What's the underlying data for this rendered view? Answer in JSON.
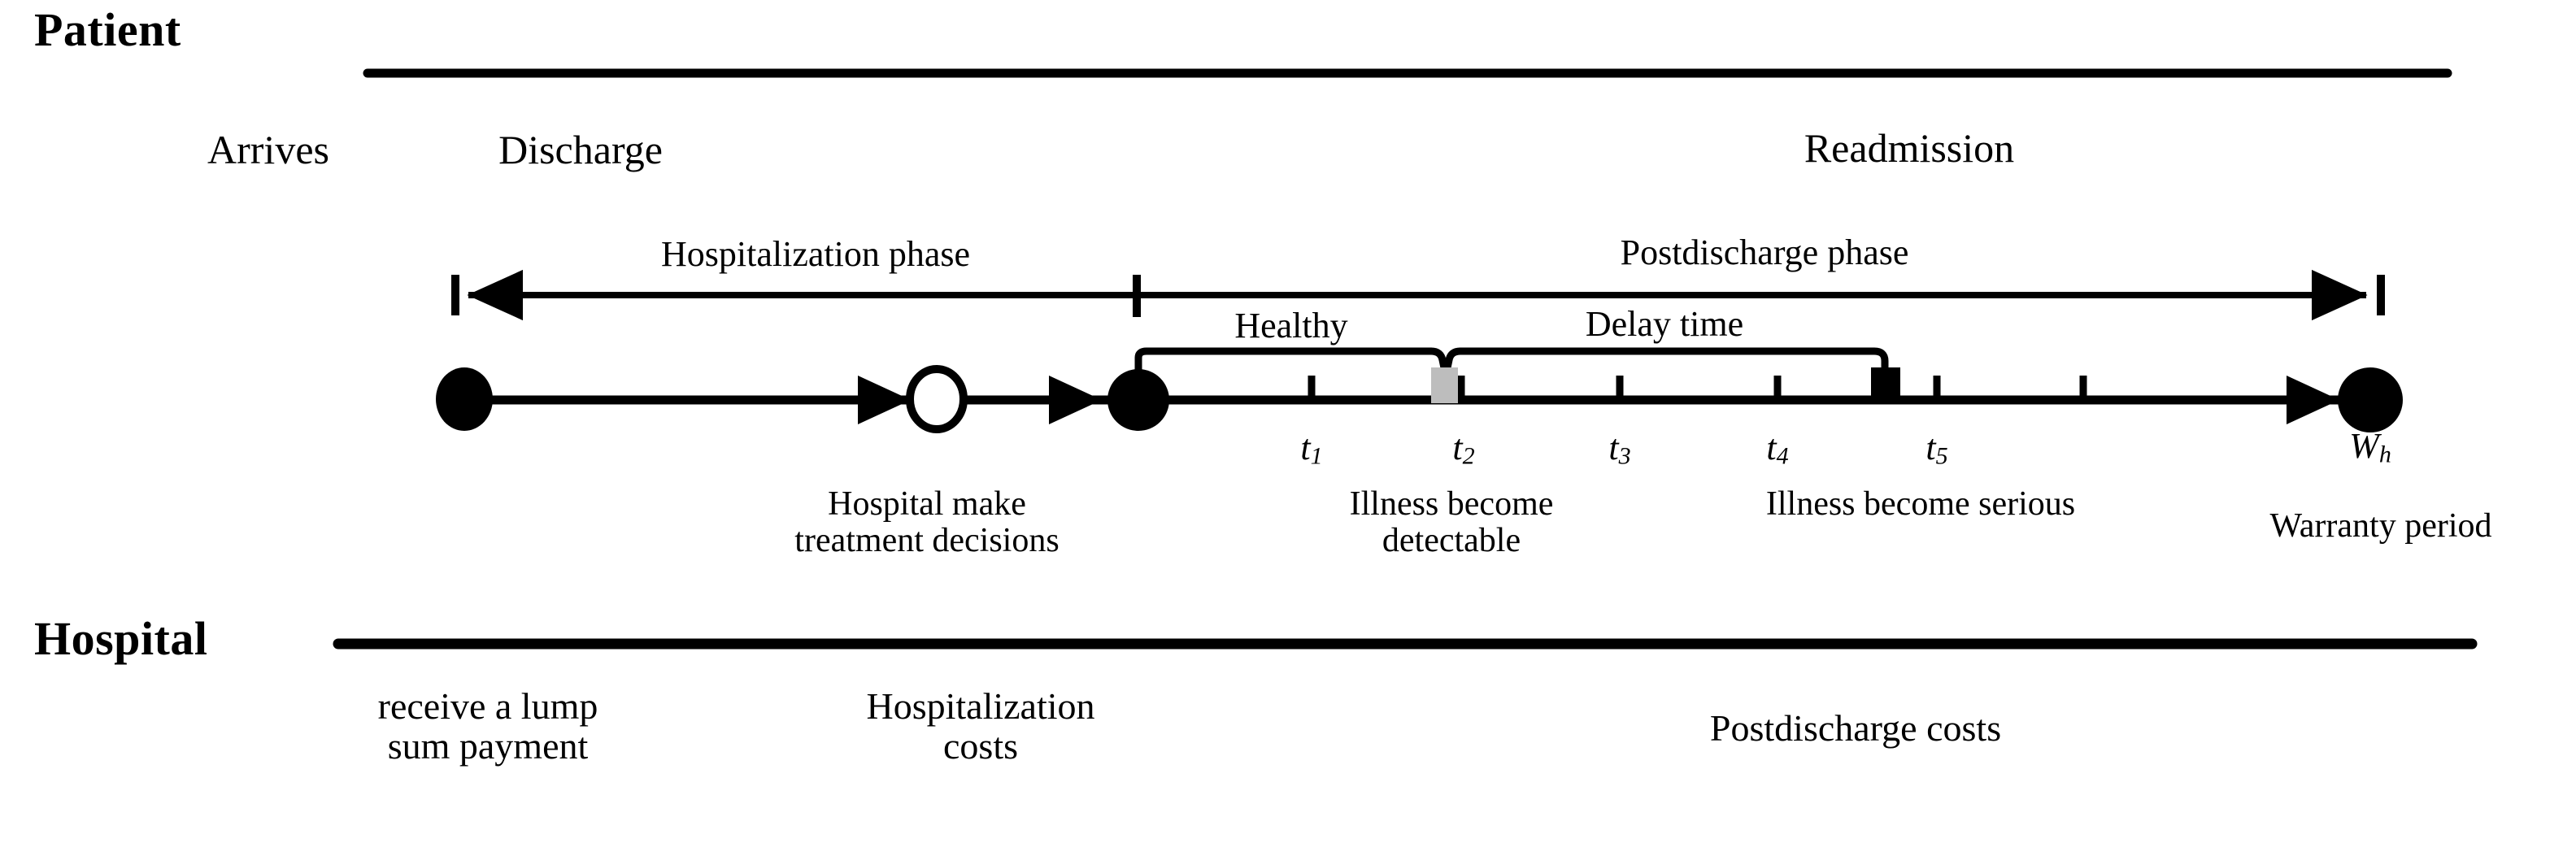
{
  "diagram": {
    "title_patient": "Patient",
    "title_hospital": "Hospital",
    "colors": {
      "line": "#000000",
      "background": "#ffffff",
      "detectable_marker": "#bdbdbd",
      "serious_marker": "#000000"
    }
  },
  "patient_track": {
    "events": [
      {
        "label": "Arrives"
      },
      {
        "label": "Discharge"
      },
      {
        "label": "Readmission"
      }
    ],
    "phases": [
      {
        "label": "Hospitalization phase"
      },
      {
        "label": "Postdischarge phase"
      }
    ],
    "brackets": [
      {
        "label": "Healthy"
      },
      {
        "label": "Delay time"
      }
    ],
    "tick_labels": [
      {
        "base": "t",
        "sub": "1"
      },
      {
        "base": "t",
        "sub": "2"
      },
      {
        "base": "t",
        "sub": "3"
      },
      {
        "base": "t",
        "sub": "4"
      },
      {
        "base": "t",
        "sub": "5"
      }
    ],
    "end_label": {
      "base": "W",
      "sub": "h"
    },
    "annotations": [
      {
        "line1": "Hospital make",
        "line2": "treatment decisions"
      },
      {
        "line1": "Illness become",
        "line2": "detectable"
      },
      {
        "line1": "Illness become serious",
        "line2": ""
      },
      {
        "line1": "Warranty period",
        "line2": ""
      }
    ]
  },
  "hospital_track": {
    "costs": [
      {
        "line1": "receive a lump",
        "line2": "sum payment"
      },
      {
        "line1": "Hospitalization",
        "line2": "costs"
      },
      {
        "line1": "Postdischarge costs",
        "line2": ""
      }
    ]
  }
}
